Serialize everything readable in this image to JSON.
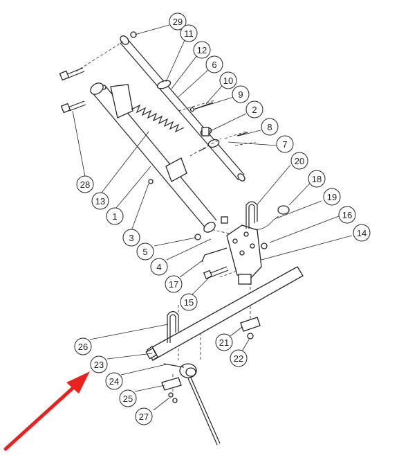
{
  "diagram": {
    "accent_color": "#e8231f",
    "callouts": [
      {
        "label": "29"
      },
      {
        "label": "11"
      },
      {
        "label": "12"
      },
      {
        "label": "6"
      },
      {
        "label": "10"
      },
      {
        "label": "9"
      },
      {
        "label": "2"
      },
      {
        "label": "8"
      },
      {
        "label": "7"
      },
      {
        "label": "20"
      },
      {
        "label": "18"
      },
      {
        "label": "19"
      },
      {
        "label": "16"
      },
      {
        "label": "14"
      },
      {
        "label": "28"
      },
      {
        "label": "13"
      },
      {
        "label": "1"
      },
      {
        "label": "3"
      },
      {
        "label": "5"
      },
      {
        "label": "4"
      },
      {
        "label": "17"
      },
      {
        "label": "15"
      },
      {
        "label": "26"
      },
      {
        "label": "23"
      },
      {
        "label": "21"
      },
      {
        "label": "22"
      },
      {
        "label": "24"
      },
      {
        "label": "25"
      },
      {
        "label": "27"
      }
    ]
  }
}
